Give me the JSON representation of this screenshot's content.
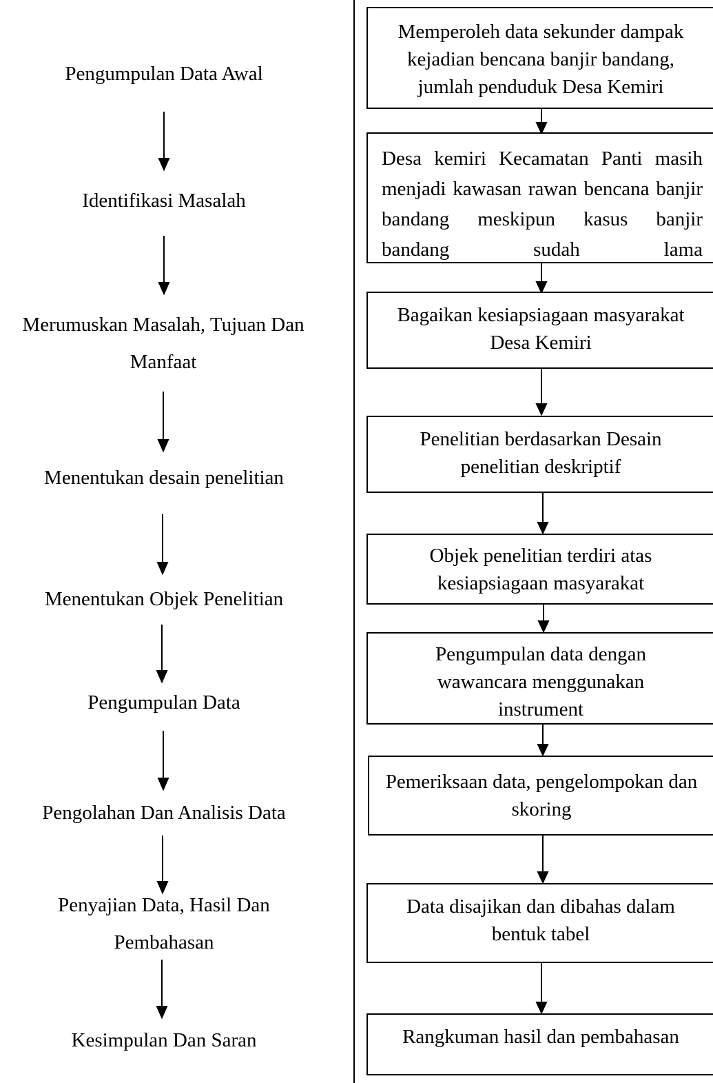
{
  "left_steps": [
    "Pengumpulan Data Awal",
    "Identifikasi Masalah",
    "Merumuskan Masalah, Tujuan Dan Manfaat",
    "Menentukan desain penelitian",
    "Menentukan Objek Penelitian",
    "Pengumpulan Data",
    "Pengolahan Dan Analisis Data",
    "Penyajian Data, Hasil Dan Pembahasan",
    "Kesimpulan Dan Saran"
  ],
  "right_boxes": [
    "Memperoleh data sekunder dampak kejadian bencana banjir bandang, jumlah penduduk Desa Kemiri",
    "Desa kemiri Kecamatan Panti masih menjadi kawasan rawan bencana banjir bandang meskipun kasus banjir bandang sudah lama",
    "Bagaikan kesiapsiagaan masyarakat Desa Kemiri",
    "Penelitian berdasarkan Desain penelitian deskriptif",
    "Objek penelitian terdiri atas kesiapsiagaan masyarakat",
    "Pengumpulan data dengan wawancara menggunakan instrument",
    "Pemeriksaan data, pengelompokan dan skoring",
    "Data disajikan dan dibahas dalam bentuk tabel",
    "Rangkuman hasil dan pembahasan"
  ]
}
